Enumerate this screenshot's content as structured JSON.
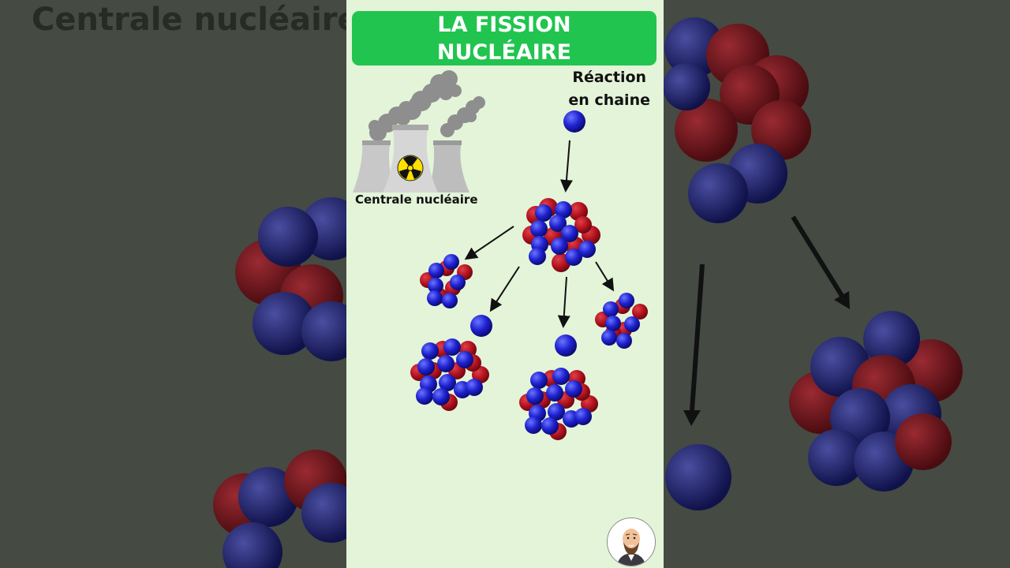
{
  "background": {
    "title": "Centrale nucléaire"
  },
  "banner": {
    "line1": "LA FISSION",
    "line2": "NUCLÉAIRE",
    "color": "#21c44f"
  },
  "plant": {
    "label": "Centrale nucléaire",
    "icon": "radiation-icon"
  },
  "reaction": {
    "line1": "Réaction",
    "line2": "en chaine"
  },
  "colors": {
    "neutron": "#1a1acc",
    "proton": "#b0101c",
    "panel": "#e3f4d9",
    "backdrop": "#454a43"
  },
  "avatar": {
    "icon": "bald-bearded-man-avatar"
  }
}
